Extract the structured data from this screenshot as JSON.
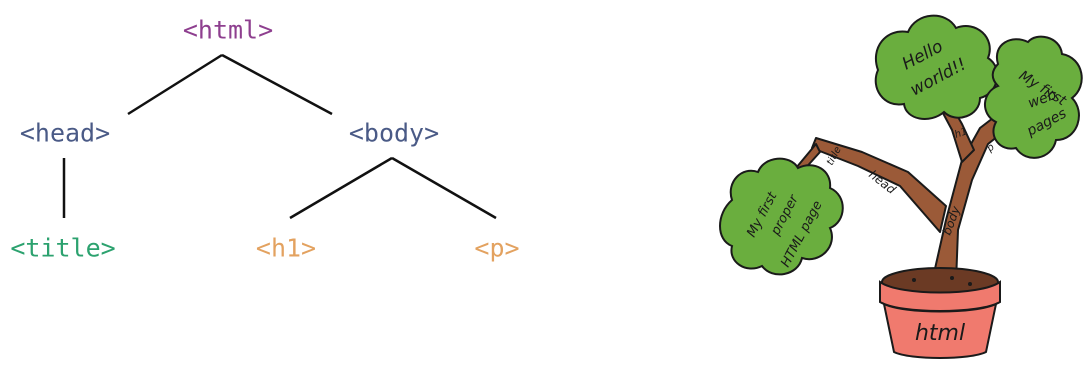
{
  "diagram": {
    "nodes": {
      "html": {
        "label": "<html>",
        "color": "#8e3f8f"
      },
      "head": {
        "label": "<head>",
        "color": "#4a5a86"
      },
      "body": {
        "label": "<body>",
        "color": "#4a5a86"
      },
      "title": {
        "label": "<title>",
        "color": "#2ca26f"
      },
      "h1": {
        "label": "<h1>",
        "color": "#e3a260"
      },
      "p": {
        "label": "<p>",
        "color": "#e3a260"
      }
    },
    "line_color": "#111111"
  },
  "illustration": {
    "pot_label": "html",
    "trunk_labels": {
      "head": "head",
      "body": "body",
      "title": "title",
      "h1": "h1",
      "p": "p"
    },
    "cloud_labels": {
      "title": [
        "My first",
        "proper",
        "HTML page"
      ],
      "h1": [
        "Hello",
        "world!!"
      ],
      "p": [
        "My first",
        "web",
        "pages"
      ]
    },
    "colors": {
      "foliage": "#6aae3e",
      "trunk": "#9b5a38",
      "pot": "#f07a6e",
      "ink": "#1a1a1a"
    }
  }
}
